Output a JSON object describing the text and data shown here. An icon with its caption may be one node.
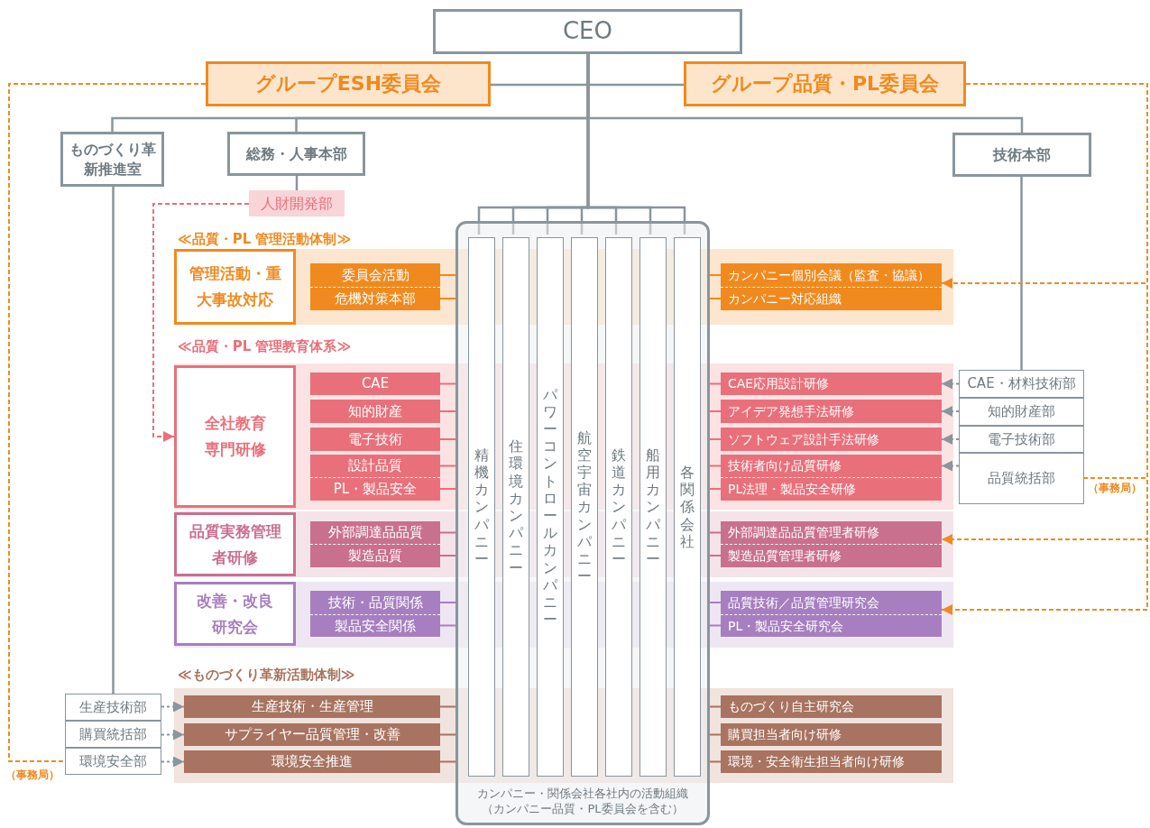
{
  "diagram": {
    "nodes": [
      {
        "text": [
          "CEO"
        ]
      },
      {
        "text": [
          "グループESH委員会"
        ]
      },
      {
        "text": [
          "グループ品質・PL委員会"
        ]
      },
      {
        "text": [
          "ものづくり革新推進室"
        ]
      },
      {
        "text": [
          "総務・人事本部"
        ]
      },
      {
        "text": [
          "技術本部"
        ]
      },
      {
        "text": [
          "人財開発部"
        ]
      },
      {
        "text": [
          "カンパニー・関係会社各社内の活動組織（カンパニー品質・PL委員会を含む）"
        ]
      },
      {
        "text": [
          "精機カンパニー"
        ],
        "in": 7
      },
      {
        "text": [
          "住環境カンパニー"
        ],
        "in": 7
      },
      {
        "text": [
          "パワーコントロールカンパニー"
        ],
        "in": 7
      },
      {
        "text": [
          "航空宇宙カンパニー"
        ],
        "in": 7
      },
      {
        "text": [
          "鉄道カンパニー"
        ],
        "in": 7
      },
      {
        "text": [
          "船用カンパニー"
        ],
        "in": 7
      },
      {
        "text": [
          "各関係会社"
        ],
        "in": 7
      },
      {
        "text": [
          "≪品質・PL 管理活動体制≫"
        ]
      },
      {
        "text": [
          "管理活動・重大事故対応"
        ],
        "in": 15
      },
      {
        "text": [
          "委員会活動"
        ],
        "in": 15
      },
      {
        "text": [
          "危機対策本部"
        ],
        "in": 15
      },
      {
        "text": [
          "カンパニー個別会議（監査・協議）"
        ],
        "in": 15
      },
      {
        "text": [
          "カンパニー対応組織"
        ],
        "in": 15
      },
      {
        "text": [
          "≪品質・PL 管理教育体系≫"
        ]
      },
      {
        "text": [
          "全社教育専門研修"
        ],
        "in": 21
      },
      {
        "text": [
          "CAE"
        ],
        "in": 21
      },
      {
        "text": [
          "知的財産"
        ],
        "in": 21
      },
      {
        "text": [
          "電子技術"
        ],
        "in": 21
      },
      {
        "text": [
          "設計品質"
        ],
        "in": 21
      },
      {
        "text": [
          "PL・製品安全"
        ],
        "in": 21
      },
      {
        "text": [
          "CAE応用設計研修"
        ],
        "in": 21
      },
      {
        "text": [
          "アイデア発想手法研修"
        ],
        "in": 21
      },
      {
        "text": [
          "ソフトウェア設計手法研修"
        ],
        "in": 21
      },
      {
        "text": [
          "技術者向け品質研修"
        ],
        "in": 21
      },
      {
        "text": [
          "PL法理・製品安全研修"
        ],
        "in": 21
      },
      {
        "text": [
          "CAE・材料技術部"
        ]
      },
      {
        "text": [
          "知的財産部"
        ]
      },
      {
        "text": [
          "電子技術部"
        ]
      },
      {
        "text": [
          "品質統括部"
        ],
        "beside": [
          "（事務局）"
        ]
      },
      {
        "text": [],
        "shape": "box"
      },
      {
        "text": [
          "品質実務管理者研修"
        ],
        "in": 37
      },
      {
        "text": [
          "外部調達品品質"
        ],
        "in": 37
      },
      {
        "text": [
          "製造品質"
        ],
        "in": 37
      },
      {
        "text": [
          "外部調達品品質管理者研修"
        ],
        "in": 37
      },
      {
        "text": [
          "製造品質管理者研修"
        ],
        "in": 37
      },
      {
        "text": [],
        "shape": "box"
      },
      {
        "text": [
          "改善・改良研究会"
        ],
        "in": 43
      },
      {
        "text": [
          "技術・品質関係"
        ],
        "in": 43
      },
      {
        "text": [
          "製品安全関係"
        ],
        "in": 43
      },
      {
        "text": [
          "品質技術／品質管理研究会"
        ],
        "in": 43
      },
      {
        "text": [
          "PL・製品安全研究会"
        ],
        "in": 43
      },
      {
        "text": [
          "≪ものづくり革新活動体制≫"
        ]
      },
      {
        "text": [
          "生産技術部"
        ]
      },
      {
        "text": [
          "購買統括部"
        ]
      },
      {
        "text": [
          "環境安全部"
        ],
        "beside": [
          "（事務局）"
        ]
      },
      {
        "text": [
          "生産技術・生産管理"
        ],
        "in": 49
      },
      {
        "text": [
          "サプライヤー品質管理・改善"
        ],
        "in": 49
      },
      {
        "text": [
          "環境安全推進"
        ],
        "in": 49
      },
      {
        "text": [
          "ものづくり自主研究会"
        ],
        "in": 49
      },
      {
        "text": [
          "購買担当者向け研修"
        ],
        "in": 49
      },
      {
        "text": [
          "環境・安全衛生担当者向け研修"
        ],
        "in": 49
      }
    ],
    "edges": [
      {
        "from": 0,
        "to": 1,
        "arrow": "none"
      },
      {
        "from": 0,
        "to": 2,
        "arrow": "none"
      },
      {
        "from": 0,
        "to": 3,
        "arrow": "none"
      },
      {
        "from": 0,
        "to": 4,
        "arrow": "none"
      },
      {
        "from": 0,
        "to": 5,
        "arrow": "none"
      },
      {
        "from": 0,
        "to": 8,
        "arrow": "none"
      },
      {
        "from": 0,
        "to": 9,
        "arrow": "none"
      },
      {
        "from": 0,
        "to": 10,
        "arrow": "none"
      },
      {
        "from": 0,
        "to": 11,
        "arrow": "none"
      },
      {
        "from": 0,
        "to": 12,
        "arrow": "none"
      },
      {
        "from": 0,
        "to": 13,
        "arrow": "none"
      },
      {
        "from": 0,
        "to": 14,
        "arrow": "none"
      },
      {
        "from": 4,
        "to": 6,
        "arrow": "none"
      },
      {
        "from": 6,
        "to": 22,
        "arrow": "to",
        "style": "dashed",
        "color": "#e9707a"
      },
      {
        "from": 3,
        "to": 50,
        "arrow": "none"
      },
      {
        "from": 5,
        "to": 33,
        "arrow": "none"
      },
      {
        "from": 1,
        "to": 52,
        "arrow": "none",
        "style": "dashed",
        "color": "#f08a1e"
      },
      {
        "from": 2,
        "to": 36,
        "arrow": "none",
        "style": "dashed",
        "color": "#f08a1e"
      },
      {
        "from": 2,
        "to": 19,
        "arrow": "to",
        "style": "dashed",
        "color": "#f08a1e"
      },
      {
        "from": 2,
        "to": 41,
        "arrow": "to",
        "style": "dashed",
        "color": "#f08a1e"
      },
      {
        "from": 2,
        "to": 47,
        "arrow": "to",
        "style": "dashed",
        "color": "#f08a1e"
      },
      {
        "from": 33,
        "to": 28,
        "arrow": "to",
        "style": "dashed"
      },
      {
        "from": 34,
        "to": 29,
        "arrow": "to",
        "style": "dashed"
      },
      {
        "from": 35,
        "to": 30,
        "arrow": "to",
        "style": "dashed"
      },
      {
        "from": 36,
        "to": 31,
        "arrow": "to",
        "style": "dashed"
      },
      {
        "from": 50,
        "to": 53,
        "arrow": "to",
        "style": "dashed"
      },
      {
        "from": 51,
        "to": 54,
        "arrow": "to",
        "style": "dashed"
      },
      {
        "from": 52,
        "to": 55,
        "arrow": "to",
        "style": "dashed"
      },
      {
        "from": 17,
        "to": 7,
        "arrow": "none",
        "color": "#f08a1e"
      },
      {
        "from": 7,
        "to": 19,
        "arrow": "none",
        "color": "#f08a1e"
      },
      {
        "from": 18,
        "to": 7,
        "arrow": "none",
        "color": "#f08a1e"
      },
      {
        "from": 7,
        "to": 20,
        "arrow": "none",
        "color": "#f08a1e"
      },
      {
        "from": 23,
        "to": 7,
        "arrow": "none",
        "color": "#e9707a"
      },
      {
        "from": 7,
        "to": 28,
        "arrow": "none",
        "color": "#e9707a"
      },
      {
        "from": 24,
        "to": 7,
        "arrow": "none",
        "color": "#e9707a"
      },
      {
        "from": 7,
        "to": 29,
        "arrow": "none",
        "color": "#e9707a"
      },
      {
        "from": 25,
        "to": 7,
        "arrow": "none",
        "color": "#e9707a"
      },
      {
        "from": 7,
        "to": 30,
        "arrow": "none",
        "color": "#e9707a"
      },
      {
        "from": 26,
        "to": 7,
        "arrow": "none",
        "color": "#e9707a"
      },
      {
        "from": 7,
        "to": 31,
        "arrow": "none",
        "color": "#e9707a"
      },
      {
        "from": 27,
        "to": 7,
        "arrow": "none",
        "color": "#e9707a"
      },
      {
        "from": 7,
        "to": 32,
        "arrow": "none",
        "color": "#e9707a"
      },
      {
        "from": 39,
        "to": 7,
        "arrow": "none",
        "color": "#c9708f"
      },
      {
        "from": 7,
        "to": 41,
        "arrow": "none",
        "color": "#c9708f"
      },
      {
        "from": 40,
        "to": 7,
        "arrow": "none",
        "color": "#c9708f"
      },
      {
        "from": 7,
        "to": 42,
        "arrow": "none",
        "color": "#c9708f"
      },
      {
        "from": 45,
        "to": 7,
        "arrow": "none",
        "color": "#a77fc0"
      },
      {
        "from": 7,
        "to": 47,
        "arrow": "none",
        "color": "#a77fc0"
      },
      {
        "from": 46,
        "to": 7,
        "arrow": "none",
        "color": "#a77fc0"
      },
      {
        "from": 7,
        "to": 48,
        "arrow": "none",
        "color": "#a77fc0"
      },
      {
        "from": 53,
        "to": 7,
        "arrow": "none",
        "color": "#a87360"
      },
      {
        "from": 7,
        "to": 56,
        "arrow": "none",
        "color": "#a87360"
      },
      {
        "from": 54,
        "to": 7,
        "arrow": "none",
        "color": "#a87360"
      },
      {
        "from": 7,
        "to": 57,
        "arrow": "none",
        "color": "#a87360"
      },
      {
        "from": 55,
        "to": 7,
        "arrow": "none",
        "color": "#a87360"
      },
      {
        "from": 7,
        "to": 58,
        "arrow": "none",
        "color": "#a87360"
      }
    ]
  }
}
